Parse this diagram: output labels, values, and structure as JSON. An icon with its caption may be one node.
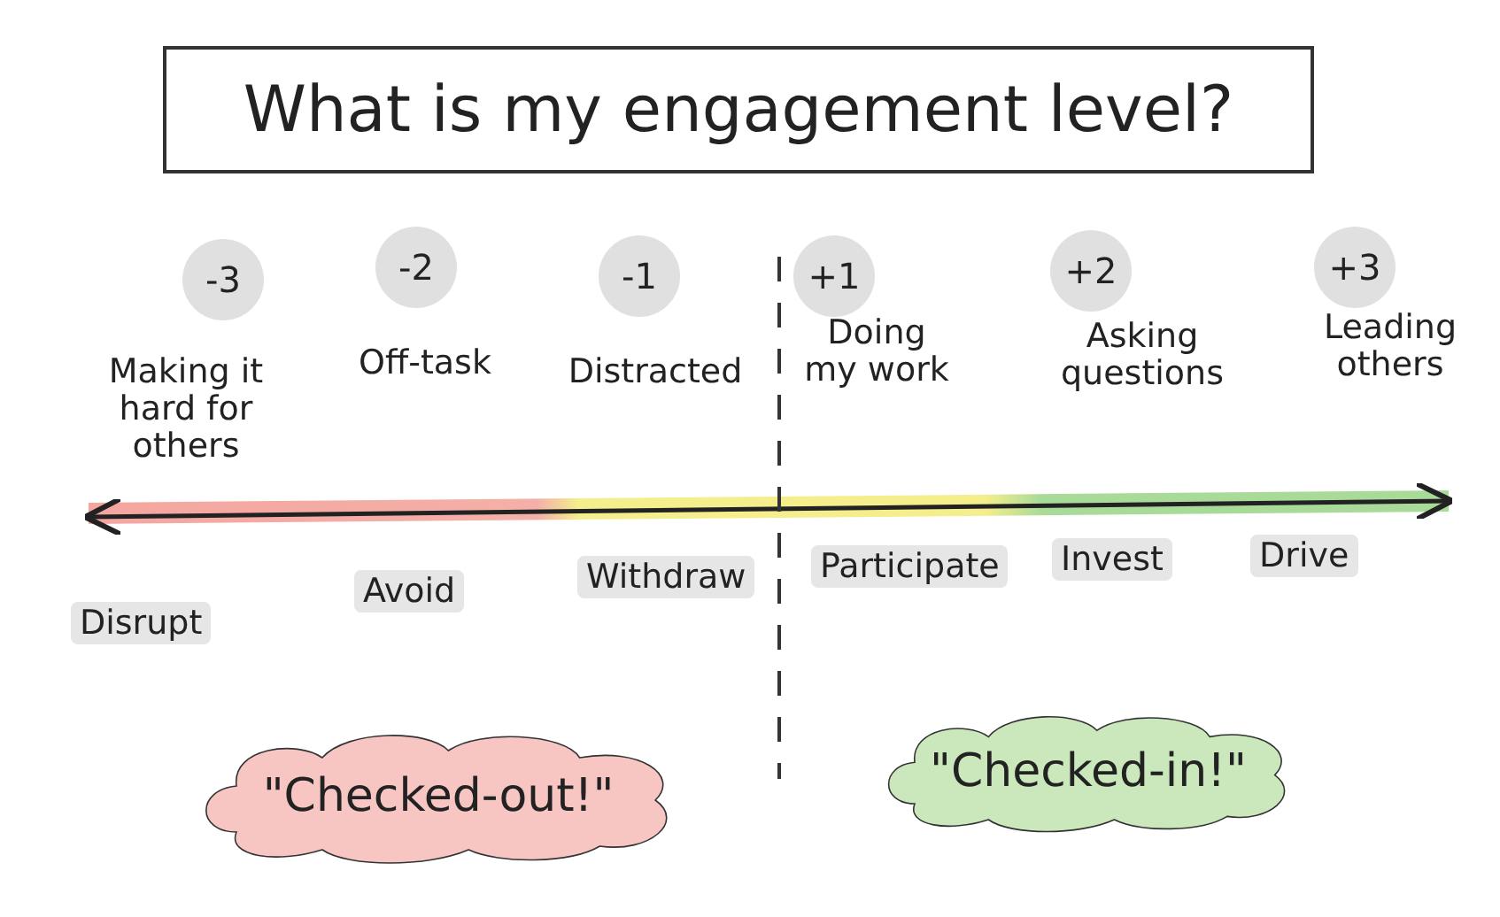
{
  "diagram": {
    "title": "What is my engagement level?",
    "nodes": [
      {
        "text": [
          "-3"
        ],
        "beside": [
          "Making it hard for others"
        ]
      },
      {
        "text": [
          "-2"
        ],
        "beside": [
          "Off-task"
        ]
      },
      {
        "text": [
          "-1"
        ],
        "beside": [
          "Distracted"
        ]
      },
      {
        "text": [
          "+1"
        ],
        "beside": [
          "Doing my work"
        ]
      },
      {
        "text": [
          "+2"
        ],
        "beside": [
          "Asking questions"
        ]
      },
      {
        "text": [
          "+3"
        ],
        "beside": [
          "Leading others"
        ]
      },
      {
        "text": [
          "\"Checked-out!\""
        ]
      },
      {
        "text": [
          "\"Checked-in!\""
        ]
      }
    ],
    "labels": [
      "Disrupt",
      "Avoid",
      "Withdraw",
      "Participate",
      "Invest",
      "Drive"
    ]
  }
}
